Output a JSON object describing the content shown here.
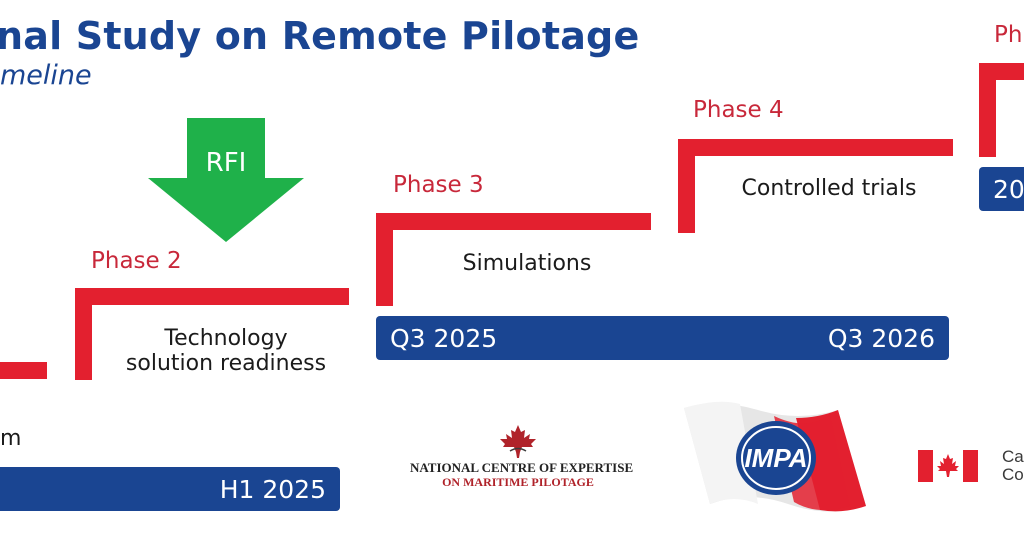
{
  "header": {
    "title": "nal Study on Remote Pilotage",
    "subtitle": "meline"
  },
  "rfi": {
    "label": "RFI",
    "color": "#1fb14a"
  },
  "phases": [
    {
      "label": "Phase 2",
      "description_lines": [
        "Technology",
        "solution readiness"
      ]
    },
    {
      "label": "Phase 3",
      "description_lines": [
        "Simulations"
      ]
    },
    {
      "label": "Phase 4",
      "description_lines": [
        "Controlled trials"
      ]
    },
    {
      "label": "Ph",
      "description_lines": []
    }
  ],
  "phase1_fragment": {
    "description": "m"
  },
  "timelines": [
    {
      "start": "",
      "end": "H1 2025"
    },
    {
      "start": "Q3 2025",
      "end": "Q3 2026"
    },
    {
      "start": "20",
      "end": ""
    }
  ],
  "logos": {
    "ncemp": {
      "line1": "NATIONAL CENTRE OF EXPERTISE",
      "line2": "ON MARITIME PILOTAGE"
    },
    "impa": {
      "text": "IMPA"
    },
    "canada": {
      "line1": "Ca",
      "line2": "Co"
    }
  },
  "colors": {
    "blue": "#1a4592",
    "red": "#e3202f",
    "phase_red": "#c8283a",
    "green": "#1fb14a"
  }
}
